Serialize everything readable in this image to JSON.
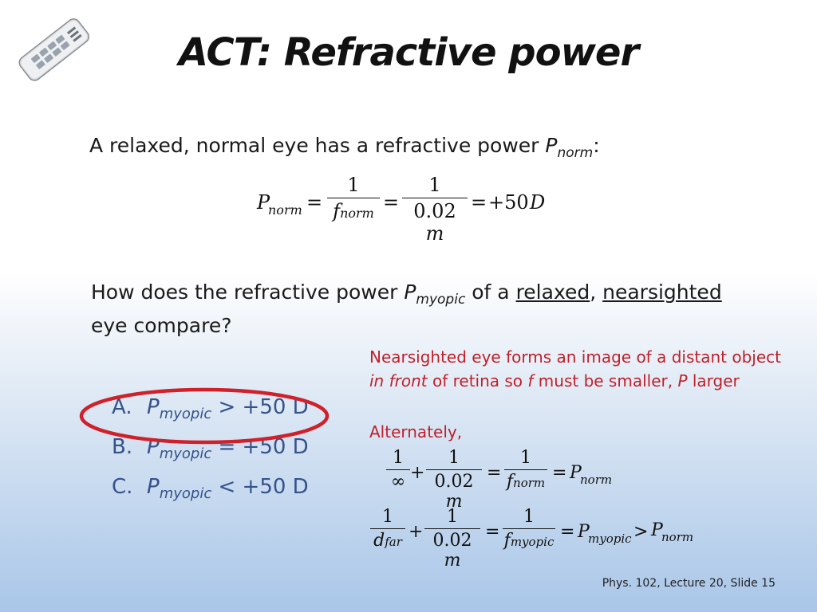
{
  "title": "ACT: Refractive power",
  "intro": {
    "text": "A relaxed, normal eye has a refractive power ",
    "P": "P",
    "sub": "norm",
    "colon": ":"
  },
  "eq1": {
    "P": "P",
    "sub": "norm",
    "eq": "=",
    "num1": "1",
    "den1_f": "f",
    "den1_sub": "norm",
    "num2": "1",
    "den2": "0.02",
    "den2_unit": "m",
    "result": "+50",
    "result_unit": "D"
  },
  "question": {
    "part1": "How does the refractive power ",
    "P": "P",
    "sub": "myopic",
    "part2": " of a ",
    "w1": "relaxed",
    "comma": ",",
    "w2": "nearsighted",
    "line2": "eye compare?"
  },
  "choices": [
    {
      "letter": "A.",
      "P": "P",
      "sub": "myopic",
      "rest": " > +50 D"
    },
    {
      "letter": "B.",
      "P": "P",
      "sub": "myopic",
      "rest": " = +50 D"
    },
    {
      "letter": "C.",
      "P": "P",
      "sub": "myopic",
      "rest": " < +50 D"
    }
  ],
  "note": {
    "line1": "Nearsighted eye forms an image of a distant object",
    "l2_a": "in front",
    "l2_b": " of retina so ",
    "l2_f": "f",
    "l2_c": " must be smaller, ",
    "l2_P": "P",
    "l2_d": " larger",
    "alt": "Alternately,"
  },
  "eq2": {
    "n1": "1",
    "d1": "∞",
    "plus": "+",
    "n2": "1",
    "d2": "0.02",
    "d2u": "m",
    "eq": "=",
    "n3": "1",
    "d3f": "f",
    "d3sub": "norm",
    "P": "P",
    "Psub": "norm"
  },
  "eq3": {
    "n1": "1",
    "d1": "d",
    "d1sub": "far",
    "plus": "+",
    "n2": "1",
    "d2": "0.02",
    "d2u": "m",
    "eq": "=",
    "n3": "1",
    "d3f": "f",
    "d3sub": "myopic",
    "P": "P",
    "Psub": "myopic",
    "gt": ">",
    "P2": "P",
    "P2sub": "norm"
  },
  "footer": "Phys. 102, Lecture 20, Slide 15",
  "colors": {
    "accent_blue": "#35528a",
    "note_red": "#c0202a",
    "circle_red": "#d0202a"
  }
}
